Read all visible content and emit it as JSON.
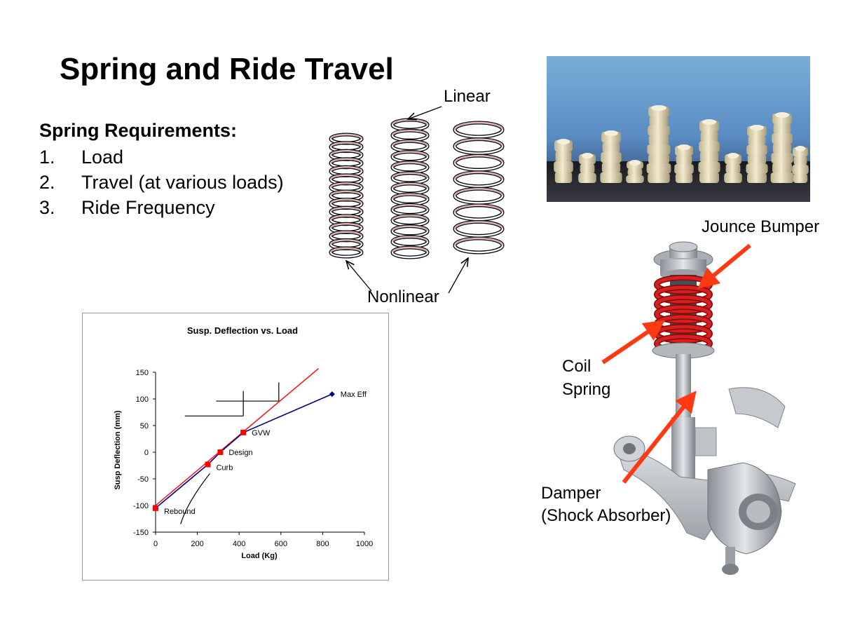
{
  "slide": {
    "title": "Spring and Ride Travel",
    "requirements_heading": "Spring Requirements:",
    "requirements": [
      {
        "num": "1.",
        "text": "Load"
      },
      {
        "num": "2.",
        "text": "Travel (at various loads)"
      },
      {
        "num": "3.",
        "text": "Ride Frequency"
      }
    ]
  },
  "springs": {
    "linear_label": "Linear",
    "nonlinear_label": "Nonlinear"
  },
  "strut_labels": {
    "jounce_bumper": "Jounce Bumper",
    "coil_line1": "Coil",
    "coil_line2": "Spring",
    "damper_line1": "Damper",
    "damper_line2": "(Shock Absorber)"
  },
  "colors": {
    "arrow": "#ff3a12",
    "spring_red": "#d81e1e",
    "linear_line": "#ff0000",
    "curve": "#000080",
    "marker_red": "#ff0000",
    "marker_blue": "#000080"
  },
  "chart_data": {
    "type": "line",
    "title": "Susp. Deflection vs.  Load",
    "xlabel": "Load (Kg)",
    "ylabel": "Susp Deflection (mm)",
    "xlim": [
      0,
      1000
    ],
    "ylim": [
      -150,
      150
    ],
    "xticks": [
      0,
      200,
      400,
      600,
      800,
      1000
    ],
    "yticks": [
      -150,
      -100,
      -50,
      0,
      50,
      100,
      150
    ],
    "grid": false,
    "series": [
      {
        "values": [
          [
            0,
            -100
          ],
          [
            780,
            157
          ]
        ]
      },
      {
        "values": [
          [
            0,
            -105
          ],
          [
            250,
            -23
          ],
          [
            310,
            0
          ],
          [
            420,
            37
          ],
          [
            845,
            109
          ]
        ]
      }
    ],
    "points": [
      {
        "label": "Rebound",
        "x": 0,
        "y": -105
      },
      {
        "label": "Curb",
        "x": 250,
        "y": -23
      },
      {
        "label": "Design",
        "x": 310,
        "y": 0
      },
      {
        "label": "GVW",
        "x": 420,
        "y": 37
      },
      {
        "label": "Max Eff",
        "x": 845,
        "y": 109
      }
    ]
  }
}
